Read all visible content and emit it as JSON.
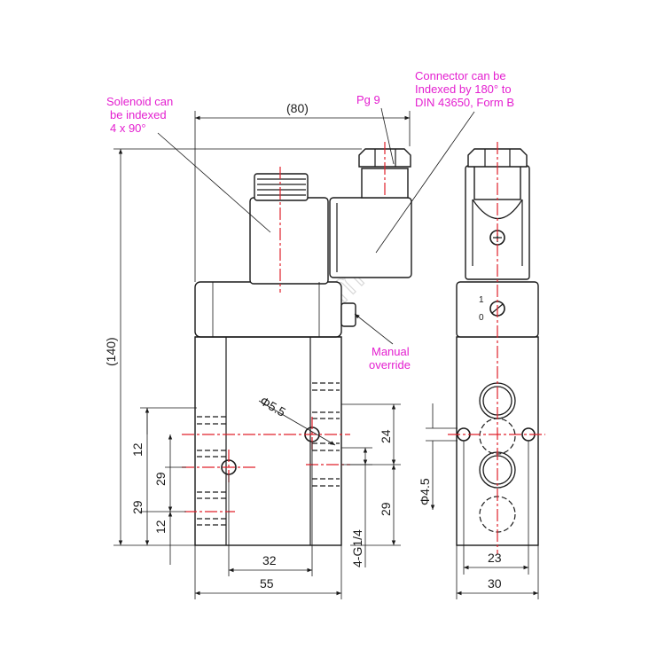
{
  "annotations": {
    "solenoid": [
      "Solenoid can",
      "be indexed",
      " 4 x 90°"
    ],
    "pg": "Pg 9",
    "connector": [
      "Connector can be",
      "Indexed by 180° to",
      "DIN 43650, Form B"
    ],
    "manual": [
      "Manual",
      "override"
    ],
    "ports": "Φ5.5"
  },
  "dimensions": {
    "overall_width": "(80)",
    "overall_height": "(140)",
    "d12_top": "12",
    "d29_a": "29",
    "d29_b": "29",
    "d12_bottom": "12",
    "d24": "24",
    "d29_right": "29",
    "thread": "4-G1/4",
    "d32": "32",
    "d55": "55",
    "phi45": "Φ4.5",
    "d23": "23",
    "d30": "30"
  },
  "switch_labels": {
    "on": "1",
    "off": "0"
  },
  "watermark": "uyiqi.com",
  "colors": {
    "annotation": "#e41fd0",
    "centerline": "#e0202a",
    "lines": "#1a1a1a"
  }
}
